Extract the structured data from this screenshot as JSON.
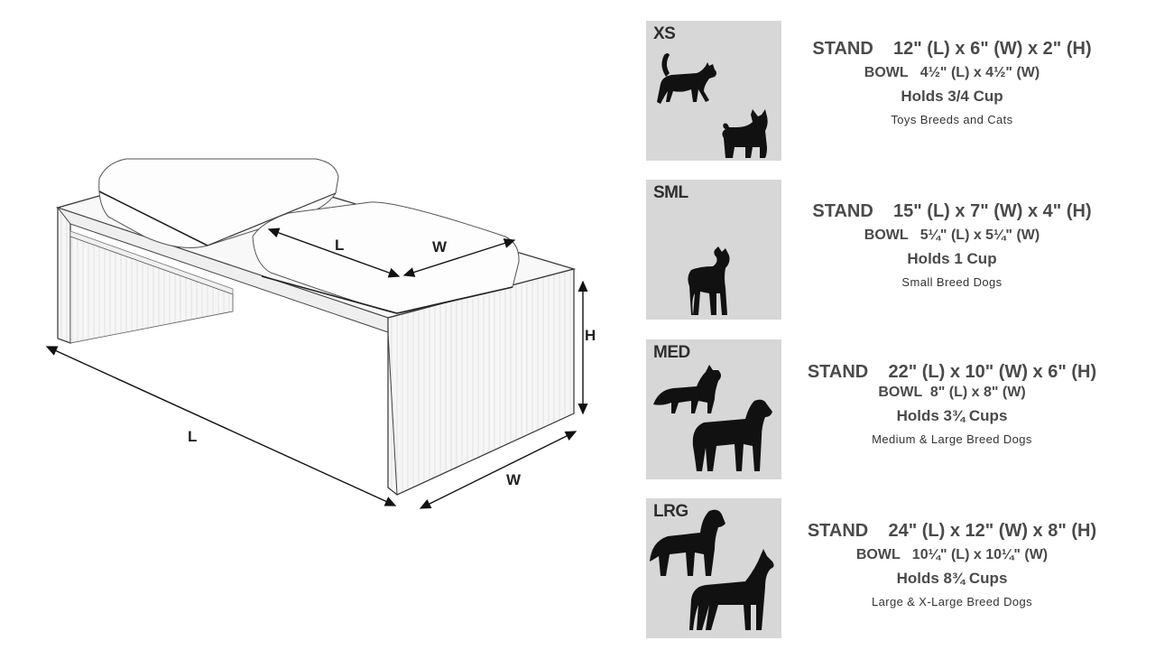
{
  "diagram": {
    "dimension_labels": {
      "bowl_length": "L",
      "bowl_width": "W",
      "stand_height": "H",
      "stand_length": "L",
      "stand_width": "W"
    }
  },
  "sizes": [
    {
      "code": "XS",
      "stand": "STAND    12\" (L) x 6\" (W) x 2\" (H)",
      "bowl": "BOWL   4½\" (L) x 4½\" (W)",
      "holds": "Holds 3/4 Cup",
      "breeds": "Toys Breeds and Cats",
      "icons": [
        "cat-silhouette-icon",
        "yorkie-silhouette-icon"
      ]
    },
    {
      "code": "SML",
      "stand": "STAND    15\" (L) x 7\" (W) x 4\" (H)",
      "bowl": "BOWL   5¼\" (L) x 5¼\" (W)",
      "holds": "Holds 1 Cup",
      "breeds": "Small Breed Dogs",
      "icons": [
        "terrier-silhouette-icon"
      ]
    },
    {
      "code": "MED",
      "stand": "STAND    22\" (L) x 10\" (W) x 6\" (H)",
      "bowl": "BOWL  8\" (L) x 8\" (W)",
      "holds": "Holds 3¾ Cups",
      "breeds": "Medium & Large Breed Dogs",
      "icons": [
        "collie-silhouette-icon",
        "retriever-silhouette-icon"
      ]
    },
    {
      "code": "LRG",
      "stand": "STAND    24\" (L) x 12\" (W) x 8\" (H)",
      "bowl": "BOWL   10¼\" (L) x 10¼\" (W)",
      "holds": "Holds 8¾ Cups",
      "breeds": "Large & X-Large Breed Dogs",
      "icons": [
        "retriever-silhouette-icon",
        "great-dane-silhouette-icon"
      ]
    }
  ],
  "colors": {
    "tile_bg": "#d7d7d7",
    "text": "#4a4a4a",
    "silhouette": "#111111"
  }
}
